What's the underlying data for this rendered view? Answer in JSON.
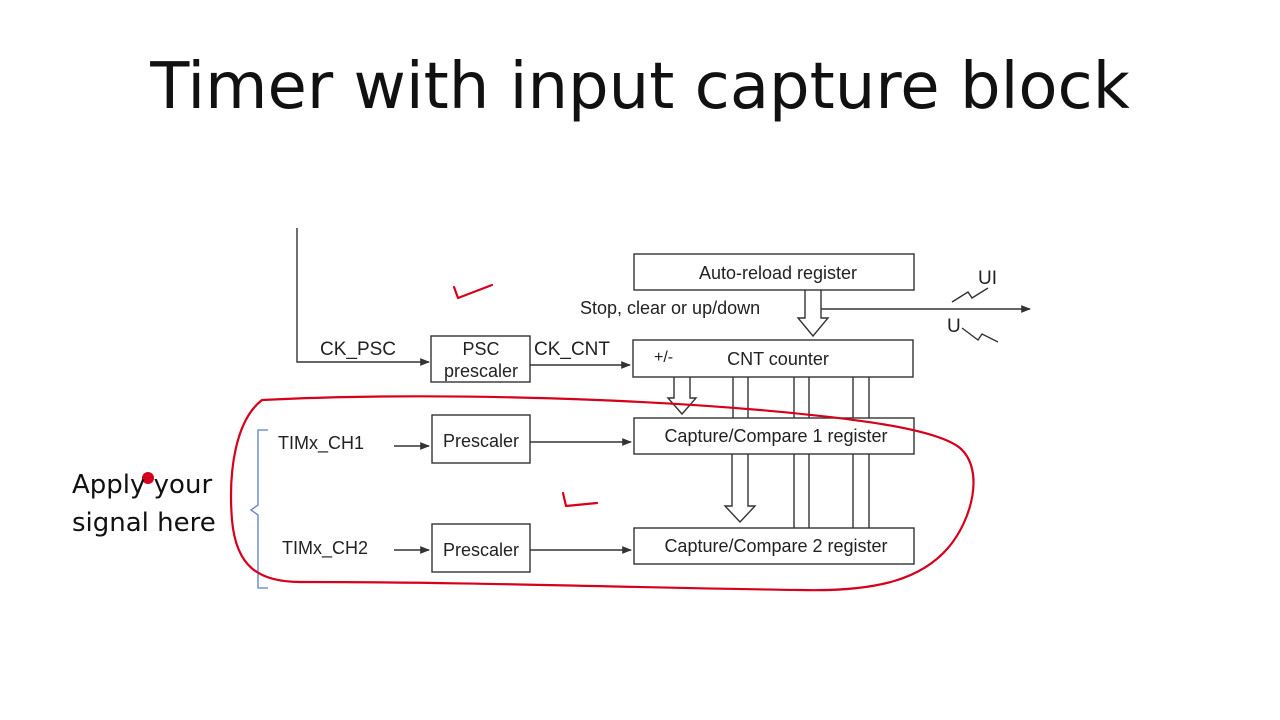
{
  "slide": {
    "title": "Timer with input capture block",
    "note_line1": "Apply your",
    "note_line2": "signal here"
  },
  "diagram": {
    "ck_psc": "CK_PSC",
    "ck_cnt": "CK_CNT",
    "psc_line1": "PSC",
    "psc_line2": "prescaler",
    "auto_reload": "Auto-reload register",
    "stop_clear": "Stop, clear or up/down",
    "plus_minus": "+/-",
    "cnt_counter": "CNT counter",
    "ui_label": "UI",
    "u_label": "U",
    "ch1_input": "TIMx_CH1",
    "ch2_input": "TIMx_CH2",
    "prescaler_1": "Prescaler",
    "prescaler_2": "Prescaler",
    "cc1_register": "Capture/Compare 1 register",
    "cc2_register": "Capture/Compare 2 register"
  },
  "colors": {
    "annotation_ink": "#d6001c",
    "bracket": "#5b7fc7"
  }
}
